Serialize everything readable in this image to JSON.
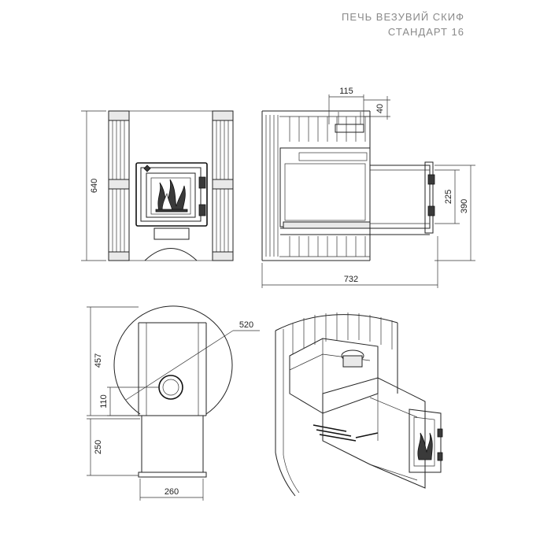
{
  "title": {
    "line1": "ПЕЧЬ  ВЕЗУВИЙ СКИФ",
    "line2": "СТАНДАРТ 16"
  },
  "dimensions": {
    "front_height": "640",
    "top_width": "115",
    "top_height": "40",
    "door_height": "225",
    "tunnel_height": "390",
    "total_depth": "732",
    "diameter": "520",
    "plan_depth": "457",
    "flue_offset": "110",
    "tunnel_length": "250",
    "tunnel_width": "260"
  }
}
